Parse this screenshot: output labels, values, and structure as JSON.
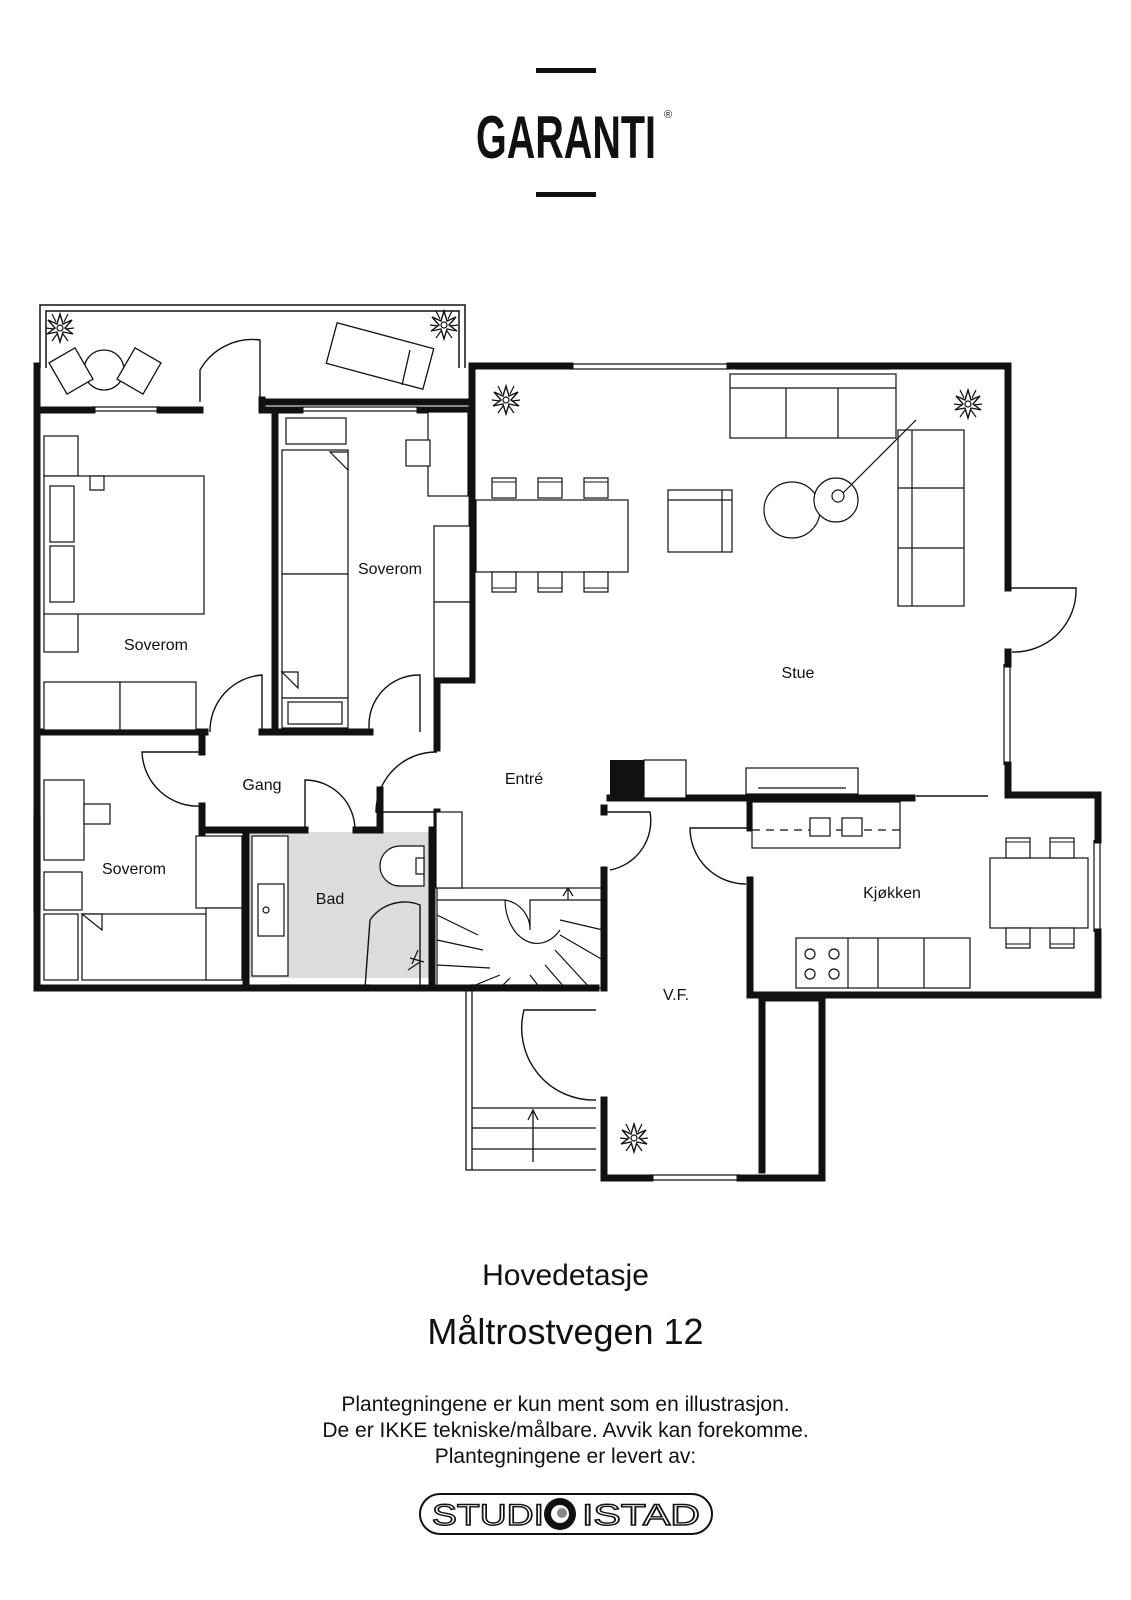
{
  "brand": {
    "logo_text": "GARANTI",
    "registered_mark": "®"
  },
  "plan": {
    "rooms": {
      "soverom_1": "Soverom",
      "soverom_2": "Soverom",
      "soverom_3": "Soverom",
      "gang": "Gang",
      "bad": "Bad",
      "entre": "Entré",
      "stue": "Stue",
      "kjokken": "Kjøkken",
      "vf": "V.F."
    }
  },
  "footer": {
    "floor_name": "Hovedetasje",
    "address": "Måltrostvegen 12",
    "disclaimer_line1": "Plantegningene er kun ment som en illustrasjon.",
    "disclaimer_line2": "De er IKKE tekniske/målbare. Avvik kan forekomme.",
    "disclaimer_line3": "Plantegningene er levert av:",
    "studio_logo_text_left": "STUDI",
    "studio_logo_text_right": "ISTAD"
  },
  "colors": {
    "wall": "#111111",
    "bathroom_floor": "#dcdcdc",
    "background": "#ffffff"
  }
}
